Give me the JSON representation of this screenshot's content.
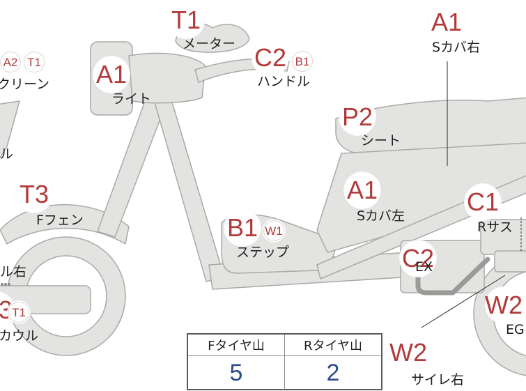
{
  "colors": {
    "code_text": "#b23a3a",
    "value_text": "#2d4a8a",
    "body_fill": "#e3e3e1",
    "body_stroke": "#a9a9a6",
    "exhaust": "#9a9a98"
  },
  "callouts": [
    {
      "id": "meter",
      "codes": [
        "T1"
      ],
      "label": "メーター"
    },
    {
      "id": "s-cover-right",
      "codes": [
        "A1"
      ],
      "label": "Sカバ右"
    },
    {
      "id": "screen",
      "codes": [
        "A2",
        "T1"
      ],
      "label": "クリーン"
    },
    {
      "id": "handle",
      "codes": [
        "C2",
        "B1"
      ],
      "label": "ハンドル"
    },
    {
      "id": "light",
      "codes": [
        "A1"
      ],
      "label": "ライト"
    },
    {
      "id": "seat",
      "codes": [
        "P2"
      ],
      "label": "シート"
    },
    {
      "id": "left-edge",
      "codes": [],
      "label": "ル"
    },
    {
      "id": "f-fender",
      "codes": [
        "T3"
      ],
      "label": "Fフェン"
    },
    {
      "id": "s-cover-left",
      "codes": [
        "A1"
      ],
      "label": "Sカバ左"
    },
    {
      "id": "r-sus",
      "codes": [
        "C1"
      ],
      "label": "Rサス"
    },
    {
      "id": "step",
      "codes": [
        "B1",
        "W1"
      ],
      "label": "ステップ"
    },
    {
      "id": "exhaust",
      "codes": [
        "C2"
      ],
      "label": "EX"
    },
    {
      "id": "side-right",
      "codes": [],
      "label": "ル右"
    },
    {
      "id": "engine",
      "codes": [
        "W2"
      ],
      "label": "EG"
    },
    {
      "id": "cowl",
      "codes": [
        "3",
        "T1"
      ],
      "label": "カウル"
    },
    {
      "id": "silencer-right",
      "codes": [
        "W2"
      ],
      "label": "サイレ右"
    }
  ],
  "tire_table": {
    "headers": [
      "Fタイヤ山",
      "Rタイヤ山"
    ],
    "values": [
      "5",
      "2"
    ]
  }
}
